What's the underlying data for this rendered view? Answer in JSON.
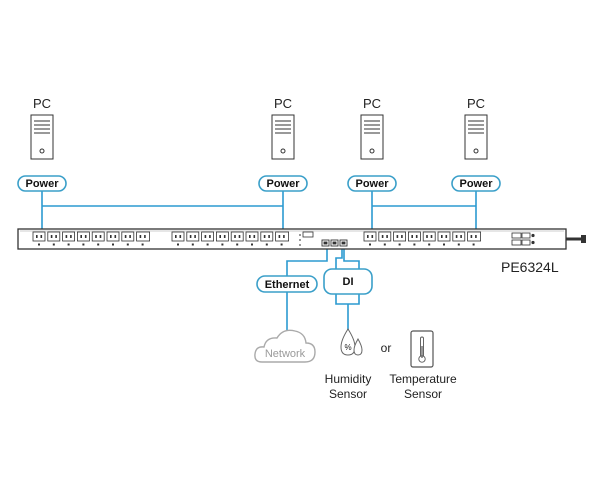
{
  "diagram": {
    "pcs": [
      {
        "label": "PC",
        "badge": "Power"
      },
      {
        "label": "PC",
        "badge": "Power"
      },
      {
        "label": "PC",
        "badge": "Power"
      },
      {
        "label": "PC",
        "badge": "Power"
      }
    ],
    "pdu_model": "PE6324L",
    "ethernet_label": "Ethernet",
    "di_label": "DI",
    "network_label": "Network",
    "humidity_sensor": {
      "line1": "Humidity",
      "line2": "Sensor"
    },
    "or_label": "or",
    "temperature_sensor": {
      "line1": "Temperature",
      "line2": "Sensor"
    },
    "colors": {
      "badge_border": "#3a9fc9",
      "badge_fill": "#ffffff",
      "connector": "#2b9ad0",
      "outline": "#333333",
      "cloud": "#aaaaaa"
    }
  }
}
